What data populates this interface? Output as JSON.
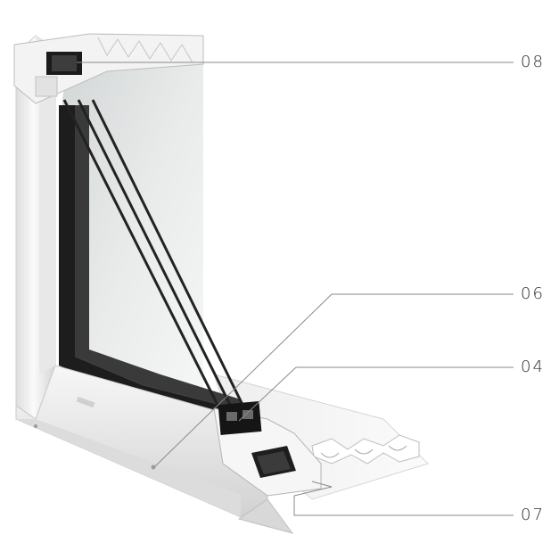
{
  "callouts": [
    {
      "id": "08",
      "label": "08"
    },
    {
      "id": "06",
      "label": "06"
    },
    {
      "id": "04",
      "label": "04"
    },
    {
      "id": "07",
      "label": "07"
    }
  ],
  "colors": {
    "frame_light": "#f1f1f1",
    "frame_shadow": "#c9c9c9",
    "glass_tint": "#e4e6e6",
    "spacer_dark": "#1c1c1c",
    "leader_line": "#8a8a8a"
  }
}
